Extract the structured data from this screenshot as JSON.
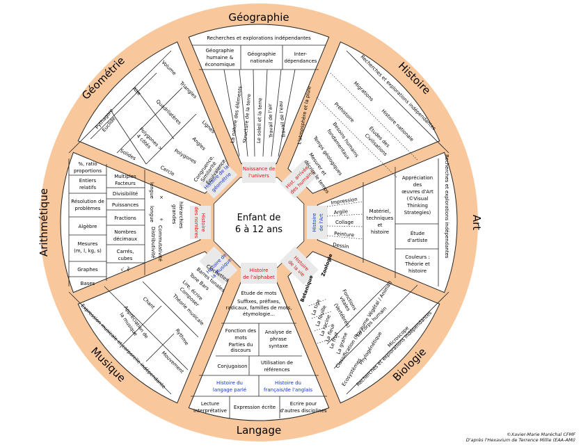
{
  "center": {
    "line1": "Enfant de",
    "line2": "6 à 12 ans"
  },
  "domains": {
    "geographie": "Géographie",
    "histoire": "Histoire",
    "art": "Art",
    "biologie": "Biologie",
    "langage": "Langage",
    "musique": "Musique",
    "arithmetique": "Arithmétique",
    "geometrie": "Géométrie"
  },
  "hubs": {
    "univers": [
      "Naissance de",
      "l'univers"
    ],
    "humains": [
      "Hist. arrivée",
      "des humains"
    ],
    "art": [
      "Histoire",
      "de l'Art"
    ],
    "vie": [
      "Histoire",
      "de la vie"
    ],
    "alphabet": [
      "Histoire",
      "de l'alphabet"
    ],
    "musique": [
      "Histoire de",
      "la Musique"
    ],
    "nombres": [
      "Histoire",
      "des nombres"
    ],
    "geometrie": [
      "Histoire de la",
      "géométrie"
    ]
  },
  "geographie": {
    "top": "Recherches et explorations indépendantes",
    "boxes": [
      [
        "Géographie",
        "humaine &",
        "économique"
      ],
      [
        "Géographie",
        "nationale"
      ],
      [
        "Inter-",
        "dépendances"
      ]
    ],
    "radials": [
      "La nature des éléments",
      "Structure de la terre",
      "Le soleil et la terre",
      "Travail de l'air",
      "Travail de l'eau",
      "L'atmosphère et la pluie"
    ]
  },
  "histoire": {
    "outer": "Recherches et explorations indépendantes",
    "items": [
      "Migrations",
      "Histoire nationale",
      "Préhistoire",
      "Études des",
      "Civilisations",
      "Besoins humains",
      "fondamentaux",
      "Temps géologiques",
      "Mesurer et",
      "décrire le temps"
    ]
  },
  "art": {
    "outer": "Recherches et explorations indépendantes",
    "boxes": [
      [
        "Appréciation",
        "des",
        "œuvres d'Art",
        "(©Visual",
        "Thinking",
        "Strategies)"
      ],
      [
        "Étude",
        "d'artiste"
      ],
      [
        "Couleurs :",
        "Théorie et",
        "histoire"
      ]
    ],
    "mid": [
      "Matériel,",
      "techniques",
      "et",
      "histoire"
    ],
    "techniques": [
      "Impression",
      "Argile",
      "Collage",
      "Peinture",
      "Dessin"
    ]
  },
  "biologie": {
    "outer": "Recherches et explorations indépendantes",
    "radials": [
      "Fonctions",
      "vitales",
      "(Vertébrés)",
      "Le corps humain",
      "Classification (Royaume Végétal / Animal)",
      "Phylogénétique",
      "Microscope",
      "Ecosystèmes"
    ],
    "botanique": "Botanique",
    "zoologie": "Zoologie",
    "plant": [
      "La tige",
      "La feuille",
      "La racine",
      "La fleur",
      "Le fruit",
      "La graine"
    ]
  },
  "langage": {
    "word": [
      "Étude de mots",
      "Suffixes, préfixes,",
      "radicaux, familles de mots,",
      "étymologie..."
    ],
    "fonction": [
      "Fonction des",
      "mots",
      "Parties du",
      "discours"
    ],
    "analyse": [
      "Analyse de",
      "phrase",
      "syntaxe"
    ],
    "conj": "Conjugaison",
    "refs": [
      "Utilisation de",
      "références"
    ],
    "hist_parle": [
      "Histoire du",
      "langage parlé"
    ],
    "hist_fr": [
      "Histoire du",
      "français/de l'anglais"
    ],
    "bottom": [
      [
        "Lecture",
        "interprétative"
      ],
      [
        "Expression écrite"
      ],
      [
        "Ecrire pour",
        "d'autres disciplines"
      ]
    ]
  },
  "musique": {
    "outer": "Expression musicale et corporelle indépendante",
    "items": [
      "Clochettes",
      "Barres tonales",
      "Tone Bars",
      "Lire, écrire",
      "Composer",
      "Théorie musicale",
      "Chant",
      "Appréciation de",
      "la musique",
      "Rythme",
      "Mouvement"
    ]
  },
  "arithmetique": {
    "col1": [
      [
        "%, ratio",
        "proportions"
      ],
      [
        "Entiers",
        "relatifs"
      ],
      [
        "Résolution de",
        "problèmes"
      ],
      [
        "Algèbre"
      ],
      [
        "Mesures",
        "(m, l, kg, s)"
      ],
      [
        "Graphes"
      ],
      [
        "Bases"
      ]
    ],
    "col2": [
      [
        "Multiples",
        "Facteurs"
      ],
      [
        "Divisibilité"
      ],
      [
        "Puissances"
      ],
      [
        "Fractions"
      ],
      [
        "Nombres",
        "décimaux"
      ],
      [
        "Carrés,",
        "cubes"
      ],
      [
        "√, ∛"
      ]
    ],
    "ops": [
      "×",
      "÷",
      "longue",
      "longue",
      "Commutativité",
      "Distributivité"
    ],
    "hier": [
      "grandes",
      "hiérarchies"
    ]
  },
  "geometrie": {
    "items": [
      "Volume",
      "Aire",
      "Triangles",
      "Pythagore",
      "Euclide",
      "Quadrilatères",
      "Polygones >",
      "4 côtés",
      "Lignes",
      "Angles",
      "Solides",
      "Polygones",
      "Cercle",
      "Congruence,",
      "Similarité",
      "Équivalence"
    ]
  },
  "credit": [
    "©Xavier-Marie Maréchal CFMF",
    "D'après l'Hexavium de Terrence Millie (EAA-AMI)"
  ],
  "colors": {
    "ring": "#f8c89c",
    "hub": "#e9e9e9",
    "red": "#dd1111",
    "blue": "#1133cc"
  }
}
